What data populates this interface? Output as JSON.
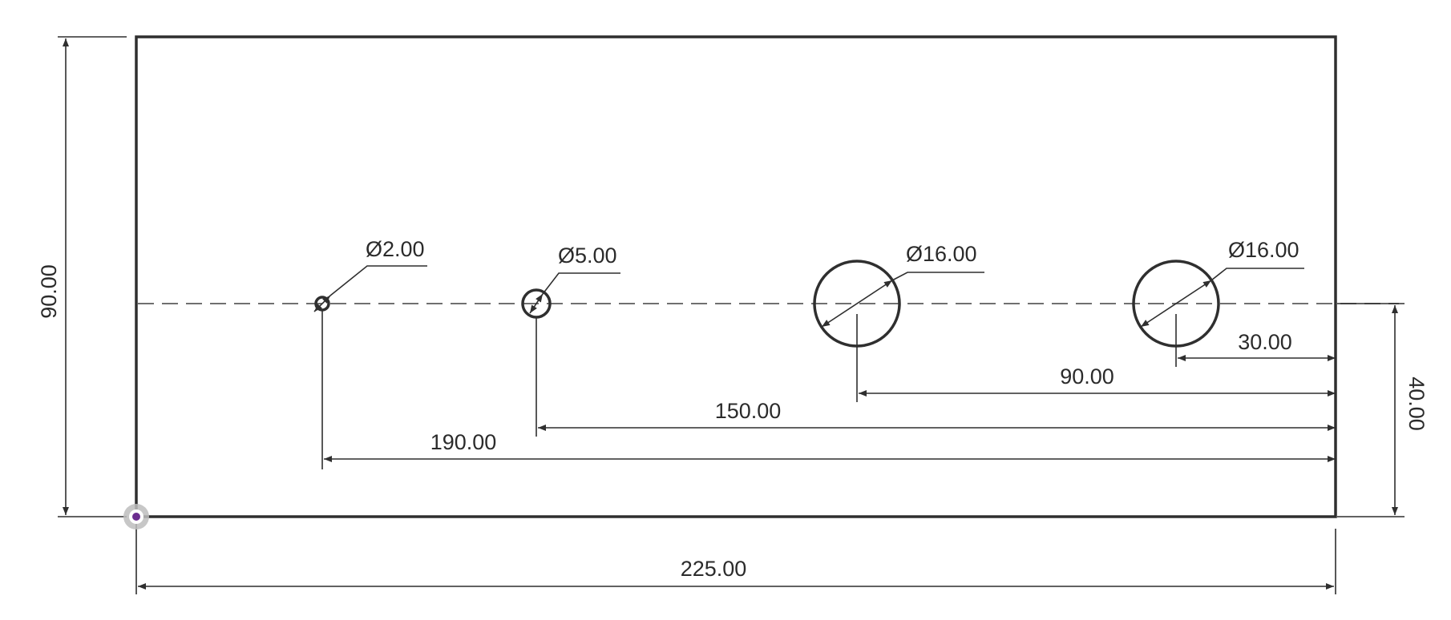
{
  "drawing": {
    "part": {
      "width": "225.00",
      "height": "90.00"
    },
    "holes": [
      {
        "diameter_label": "Ø2.00",
        "position_label": "190.00"
      },
      {
        "diameter_label": "Ø5.00",
        "position_label": "150.00"
      },
      {
        "diameter_label": "Ø16.00",
        "position_label": "90.00"
      },
      {
        "diameter_label": "Ø16.00",
        "position_label": "30.00"
      }
    ],
    "centerline_offset_label": "40.00"
  },
  "colors": {
    "line": "#2f2f2f",
    "centerline": "#707070",
    "origin_point": "#6b2d8f",
    "origin_halo": "#bdbdbd"
  }
}
